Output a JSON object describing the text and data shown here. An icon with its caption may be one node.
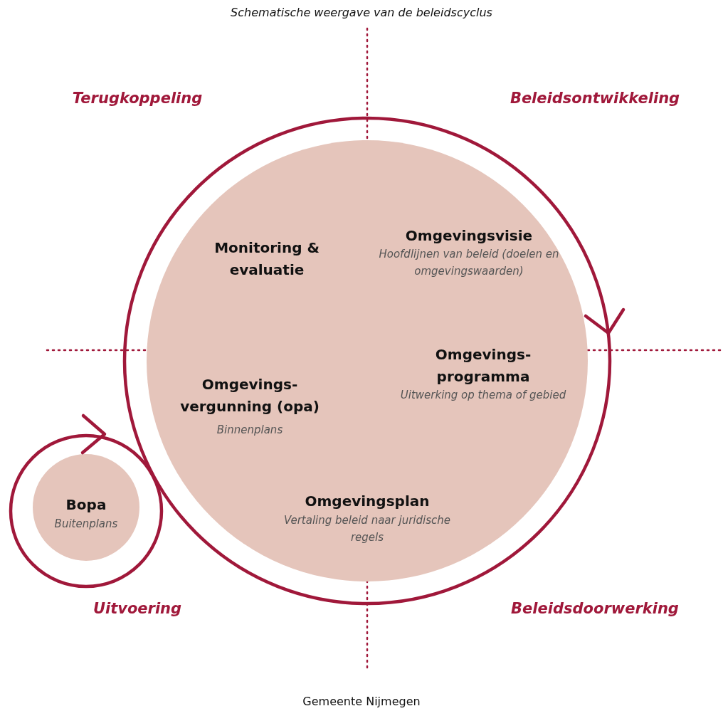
{
  "diagram": {
    "title": "Schematische weergave van de beleidscyclus",
    "caption": "Gemeente Nijmegen",
    "nodes": [
      {
        "text": [
          "Monitoring & evaluatie",
          "Omgevingsvisie",
          "Hoofdlijnen van beleid (doelen en omgevingswaarden)",
          "Omgevings- programma",
          "Uitwerking op thema of gebied",
          "Omgevings- vergunning (opa)",
          "Binnenplans",
          "Omgevingsplan",
          "Vertaling beleid naar juridische regels"
        ]
      },
      {
        "text": [
          "Bopa",
          "Buitenplans"
        ]
      }
    ],
    "edges": [],
    "labels": [
      "Terugkoppeling",
      "Beleidsontwikkeling",
      "Uitvoering",
      "Beleidsdoorwerking"
    ]
  }
}
